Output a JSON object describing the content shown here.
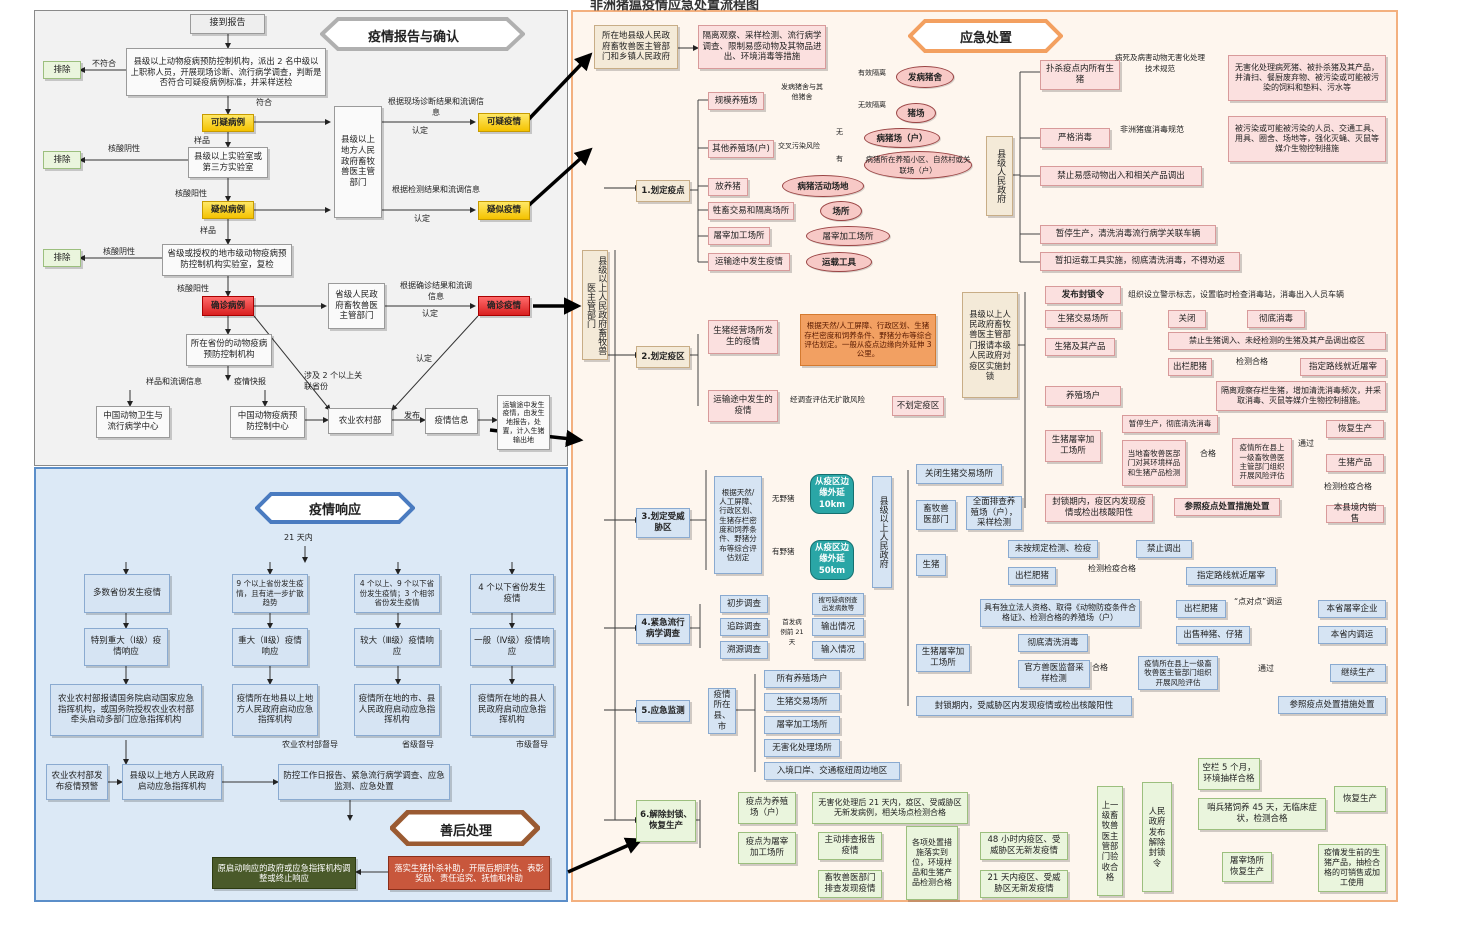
{
  "title_fragment": "非洲猪瘟疫情应急处置流程图",
  "sections": {
    "report": "疫情报告与确认",
    "emergency": "应急处置",
    "response": "疫情响应",
    "aftermath": "善后处理"
  },
  "report": {
    "receive": "接到报告",
    "county_center": "县级以上动物疫病预防控制机构，派出 2 名中级以上职称人员，开展现场诊断、流行病学调查，判断是否符合可疑疫病例标准，并采样送检",
    "exclude": "排除",
    "no_match": "不符合",
    "match": "符合",
    "suspect_case": "可疑病例",
    "sample": "样品",
    "county_lab": "县级以上实验室或第三方实验室",
    "nucleic_neg": "核酸阴性",
    "nucleic_pos": "核酸阳性",
    "likely_case": "疑似病例",
    "prov_lab": "省级或授权的地市级动物疫病预防控制机构实验室，复检",
    "confirmed_case": "确诊病例",
    "vet_dept": "县级以上地方人民政府畜牧兽医主管部门",
    "by_diag": "根据现场诊断结果和流调信息",
    "by_test": "根据检测结果和流调信息",
    "by_confirm": "根据确诊结果和流调信息",
    "confirm": "认定",
    "suspect_epidemic": "可疑疫情",
    "likely_epidemic": "疑似疫情",
    "confirmed_epidemic": "确诊疫情",
    "prov_vet_dept": "省级人民政府畜牧兽医主管部门",
    "prov_center": "所在省份的动物疫病预防控制机构",
    "sample_info": "样品和流调信息",
    "epi_report": "疫情快报",
    "china_cahec": "中国动物卫生与流行病学中心",
    "china_cadc": "中国动物疫病预防控制中心",
    "involve_two": "涉及 2 个以上关联省份",
    "moa": "农业农村部",
    "publish": "发布",
    "epi_info": "疫情信息",
    "transport_note": "运输途中发生疫情，由发生地报告，处置，计入生猪输出地"
  },
  "response": {
    "days21": "21 天内",
    "cols": [
      {
        "scope": "多数省份发生疫情",
        "level": "特别重大（Ⅰ级）疫情响应",
        "action": "农业农村部报请国务院启动国家应急指挥机构，或国务院授权农业农村部牵头启动多部门应急指挥机构",
        "oversight": "农业农村部督导"
      },
      {
        "scope": "9 个以上省份发生疫情，且有进一步扩散趋势",
        "level": "重大（Ⅱ级）疫情响应",
        "action": "疫情所在地县以上地方人民政府启动应急指挥机构",
        "oversight": ""
      },
      {
        "scope": "4 个以上、9 个以下省份发生疫情；3 个相邻省份发生疫情",
        "level": "较大（Ⅲ级）疫情响应",
        "action": "疫情所在地的市、县人民政府启动应急指挥机构",
        "oversight": "省级督导"
      },
      {
        "scope": "4 个以下省份发生疫情",
        "level": "一般（Ⅳ级）疫情响应",
        "action": "疫情所在地的县人民政府启动应急指挥机构",
        "oversight": "市级督导"
      }
    ],
    "moa_alert": "农业农村部发布疫情预警",
    "local_gov": "县级以上地方人民政府启动应急指挥机构",
    "prevention": "防控工作日报告、紧急流行病学调查、应急监测、应急处置",
    "terminate": "原启动响应的政府或应急指挥机构调整或终止响应",
    "aftermath_box": "落实生猪扑杀补助，开展后期评估、表彰奖励、责任追究、抚恤和补助"
  },
  "emergency": {
    "local_gov_top": "所在地县级人民政府畜牧兽医主管部门和乡镇人民政府",
    "isolation": "隔离观察、采样检测、流行病学调查、限制易感动物及其物品进出、环境消毒等措施",
    "vet_main": "县级以上人民政府畜牧兽医主管部门",
    "steps": {
      "s1": "1.划定疫点",
      "s2": "2.划定疫区",
      "s3": "3.划定受威胁区",
      "s4": "4.紧急流行病学调查",
      "s5": "5.应急监测",
      "s6": "6.解除封锁、恢复生产"
    },
    "s1_items": {
      "scale": "规模养殖场",
      "other": "其他养殖场(户)",
      "free_range": "放养猪",
      "market": "牲畜交易和隔离场所",
      "slaughter": "屠宰加工场所",
      "transport": "运输途中发生疫情",
      "onset_pen": "发病猪舍",
      "pig_farm": "猪场",
      "pig_farm_hh": "病猪场（户）",
      "village": "病猪所在养殖小区、自然村或关联场（户）",
      "wander": "病猪活动场地",
      "place": "场所",
      "slaughter2": "屠宰加工场所",
      "vehicle": "运载工具",
      "has_effect": "有效隔离",
      "no_effect": "无效隔离",
      "pen_rule": "发病猪舍与其他猪舍",
      "cross_risk": "交叉污染风险",
      "none": "无",
      "has": "有"
    },
    "county_gov": "县级人民政府",
    "cull": "扑杀疫点内所有生猪",
    "cull_rule": "病死及病害动物无害化处理技术规范",
    "harmless": "无害化处理病死猪、被扑杀猪及其产品，并清扫、餐厨废弃物、被污染或可能被污染的饲料和垫料、污水等",
    "disinfect": "严格消毒",
    "disinfect_rule": "非洲猪瘟消毒规范",
    "disinfect_items": "被污染或可能被污染的人员、交通工具、用具、圈舍、场地等，强化灭蝇、灭鼠等媒介生物控制措施",
    "ban": "禁止易感动物出入和相关产品调出",
    "stop_prod": "暂停生产，清洗消毒流行病学关联车辆",
    "stop_vehicle": "暂扣运载工具实施，彻底清洗消毒，不得劝返",
    "s2_items": {
      "farm_epi": "生猪经营场所发生的疫情",
      "risk_box": "根据天然/人工屏障、行政区划、生猪存栏密度和饲养条件、野猪分布等综合评估划定。一般从疫点边缘向外延伸 3 公里。",
      "transport_epi": "运输途中发生的疫情",
      "assess": "经调查评估无扩散风险",
      "no_zone": "不划定疫区",
      "vet_gov": "县级以上人民政府畜牧兽医主管部门报请本级人民政府对疫区实施封锁",
      "seal": "发布封锁令",
      "seal_action": "组织设立警示标志，设置临时检查消毒站，消毒出入人员车辆",
      "trade": "生猪交易场所",
      "close": "关闭",
      "clean": "彻底消毒",
      "products": "生猪及其产品",
      "ban_out": "禁止生猪调入、未经检测的生猪及其产品调出疫区",
      "slaughter_ready": "出栏肥猪",
      "test_ok": "检测合格",
      "route": "指定路线就近屠宰",
      "farms": "养殖场户",
      "farm_rule": "隔离观察存栏生猪，增加清洗消毒频次，并采取消毒、灭鼠等媒介生物控制措施。",
      "slaughter_house": "生猪屠宰加工场所",
      "stop_clean": "暂停生产，彻底清洗消毒",
      "local_test": "当地畜牧兽医部门对其环境样品和生猪产品检测",
      "pass": "合格",
      "eval": "疫情所在县上一级畜牧兽医主管部门组织开展风险评估",
      "through": "通过",
      "resume": "恢复生产",
      "pig_products": "生猪产品",
      "test_pass": "检测检疫合格",
      "local_sale": "本县境内销售",
      "seal_period": "封锁期内，疫区内发现疫情或检出核酸阳性",
      "ref_measure": "参照疫点处置措施处置"
    },
    "s3_items": {
      "threat_rule": "根据天然/人工屏障、行政区划、生猪存栏密度和饲养条件、野猪分布等综合评估划定",
      "no_wild": "无野猪",
      "has_wild": "有野猪",
      "zone10": "从疫区边缘外延 10km",
      "zone50": "从疫区边缘外延 50km",
      "county_gov": "县级以上人民政府",
      "close_market": "关闭生猪交易场所",
      "vet_dept": "畜牧兽医部门",
      "inspect": "全面排查养殖场（户），采样检测",
      "pigs": "生猪",
      "not_tested": "未按规定检测、检疫",
      "forbid": "禁止调出",
      "out_fat": "出栏肥猪",
      "test_ok": "检测检疫合格",
      "route": "指定路线就近屠宰",
      "indep": "具有独立法人资格、取得《动物防疫条件合格证》、检测合格的养殖场（户）",
      "fat": "出栏肥猪",
      "point_to_point": "“点对点”调运",
      "prov_slaughter": "本省屠宰企业",
      "breed": "出售种猪、仔猪",
      "prov_move": "本省内调运",
      "slaughter_house": "生猪屠宰加工场所",
      "clean": "彻底清洗消毒",
      "official": "官方兽医监督采样检测",
      "pass": "合格",
      "eval": "疫情所在县上一级畜牧兽医主管部门组织开展风险评估",
      "through": "通过",
      "continue": "继续生产",
      "seal_period": "封锁期内，受威胁区内发现疫情或检出核酸阳性",
      "ref_measure": "参照疫点处置措施处置"
    },
    "s4_items": {
      "initial": "初步调查",
      "trace": "追踪调查",
      "source": "溯源调查",
      "r1": "搜可疑病例查出发病数等",
      "r2": "输出情况",
      "r3": "输入情况",
      "onset": "首发病例前 21 天"
    },
    "s5_items": {
      "epi_county": "疫情所在县、市",
      "all_farms": "所有养殖场户",
      "trade": "生猪交易场所",
      "slaughter": "屠宰加工场所",
      "harmless": "无害化处理场所",
      "checkpoint": "入境口岸、交通枢纽周边地区"
    },
    "s6_items": {
      "farm_spot": "疫点为养殖场（户）",
      "farm_rule": "无害化处理后 21 天内，疫区、受威胁区无新发病例，相关场点检测合格",
      "slaughter_spot": "疫点为屠宰加工场所",
      "self_report": "主动排查报告疫情",
      "official_find": "畜牧兽医部门排查发现疫情",
      "meas": "各项处置措施落实到位，环境样品和生猪产品检测合格",
      "h48": "48 小时内疫区、受威胁区无新发疫情",
      "d21": "21 天内疫区、受威胁区无新发疫情",
      "upper": "上一级畜牧兽医主管部门验收合格",
      "gov_release": "人民政府发布解除封锁令",
      "empty5": "空栏 5 个月，环境抽样合格",
      "sentinel": "哨兵猪饲养 45 天，无临床症状，检测合格",
      "recover": "恢复生产",
      "slaughter_recover": "屠宰场所恢复生产",
      "products": "疫情发生前的生猪产品，抽检合格的可销售或加工使用"
    }
  }
}
